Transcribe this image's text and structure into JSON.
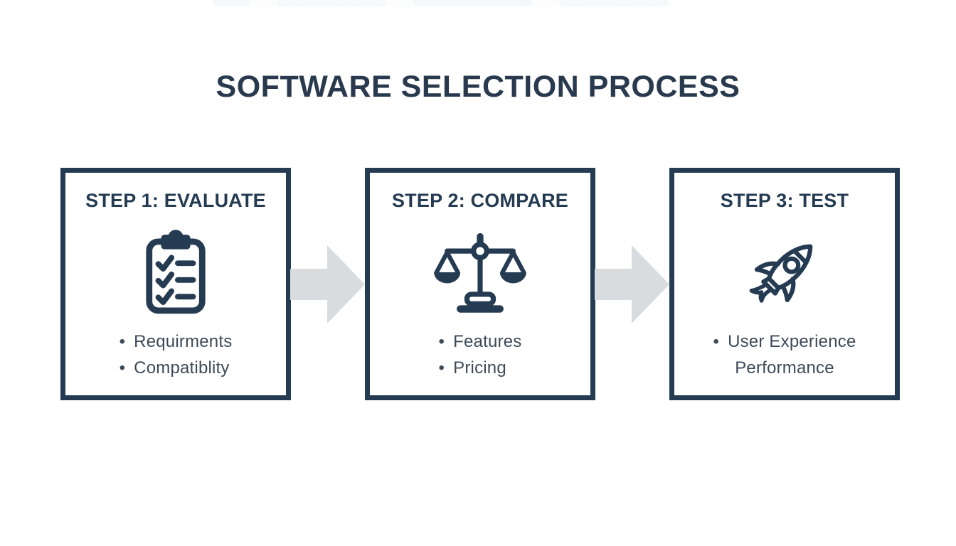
{
  "title": "SOFTWARE SELECTION PROCESS",
  "colors": {
    "navy": "#243B52",
    "body_text": "#3D4A57",
    "arrow_gray": "#D9DCDE",
    "background": "#FFFFFF"
  },
  "steps": [
    {
      "heading": "STEP 1: EVALUATE",
      "icon": "clipboard-checklist-icon",
      "items": [
        {
          "bullet": "•",
          "text": "Requirments"
        },
        {
          "bullet": "•",
          "text": "Compatiblity"
        }
      ]
    },
    {
      "heading": "STEP 2: COMPARE",
      "icon": "balance-scale-icon",
      "items": [
        {
          "bullet": "•",
          "text": "Features"
        },
        {
          "bullet": "•",
          "text": "Pricing"
        }
      ]
    },
    {
      "heading": "STEP 3: TEST",
      "icon": "rocket-icon",
      "items": [
        {
          "bullet": "•",
          "text": "User Experience"
        },
        {
          "bullet": "",
          "text": "Performance"
        }
      ]
    }
  ],
  "arrows": [
    {
      "name": "right-arrow"
    },
    {
      "name": "right-arrow"
    }
  ]
}
